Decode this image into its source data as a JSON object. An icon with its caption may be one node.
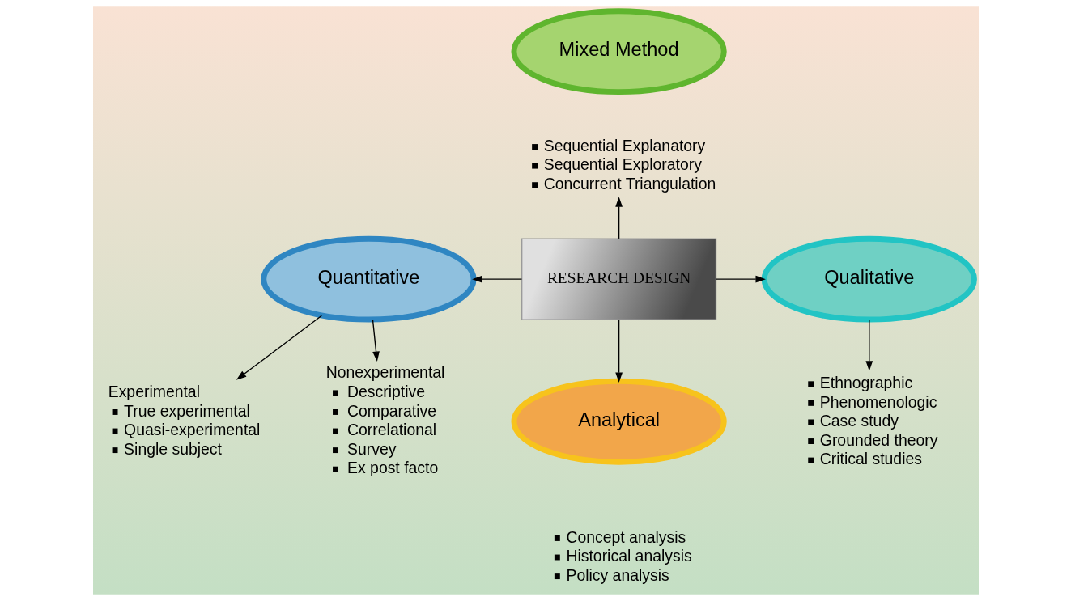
{
  "diagram": {
    "nodes": [
      {
        "text": [
          "Mixed Method"
        ]
      },
      {
        "text": [
          "Sequential Explanatory",
          "Sequential Exploratory",
          "Concurrent Triangulation"
        ]
      },
      {
        "text": [
          "RESEARCH DESIGN"
        ]
      },
      {
        "text": [
          "Quantitative"
        ]
      },
      {
        "text": [
          "Qualitative"
        ]
      },
      {
        "text": [
          "Analytical"
        ],
        "beside": [
          "Concept analysis",
          "Historical analysis",
          "Policy analysis"
        ]
      },
      {
        "text": [
          "Experimental",
          "True experimental",
          "Quasi-experimental",
          "Single subject"
        ]
      },
      {
        "text": [
          "Nonexperimental",
          "Descriptive",
          "Comparative",
          "Correlational",
          "Survey",
          "Ex post facto"
        ]
      },
      {
        "text": [
          "Ethnographic",
          "Phenomenologic",
          "Case study",
          "Grounded theory",
          "Critical studies"
        ]
      }
    ],
    "edges": [
      {
        "from": 2,
        "to": 1,
        "arrow": "to"
      },
      {
        "from": 2,
        "to": 3,
        "arrow": "to"
      },
      {
        "from": 2,
        "to": 4,
        "arrow": "to"
      },
      {
        "from": 2,
        "to": 5,
        "arrow": "to"
      },
      {
        "from": 3,
        "to": 6,
        "arrow": "to"
      },
      {
        "from": 3,
        "to": 7,
        "arrow": "to"
      },
      {
        "from": 4,
        "to": 8,
        "arrow": "to"
      }
    ]
  }
}
